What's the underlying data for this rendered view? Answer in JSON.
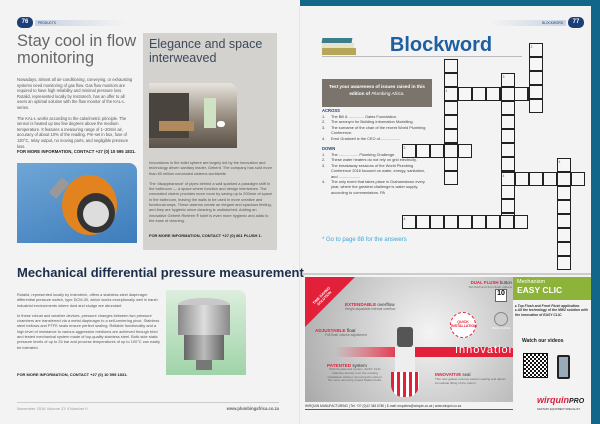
{
  "left_page": {
    "page_number": "76",
    "section": "PRODUCTS",
    "article1": {
      "title": "Stay cool in flow monitoring",
      "body": [
        "Nowadays, almost all air-conditioning, conveying, or exhausting systems need monitoring of gas flow. Gas flow monitors are required to have high reliability and minimal pressure loss. Rotalid, represented locally by Instrotech, has an offer to all users an optimal solution with the flow monitor of the KAL-L series.",
        "The KAL-L works according to the calorimetric principle. The sensor is heated up two few degrees above the medium temperature. It features a measuring range of 1–20m/s air, accuracy of about 10% of the reading. Pre-set in box, fuse of 120°C, relay output, no moving parts, and negligible pressure loss."
      ],
      "contact": "FOR MORE INFORMATION, CONTACT +27 (0) 10 595 1831."
    },
    "article2": {
      "title": "Elegance and space interweaved",
      "body": [
        "Innovations in the toilet sphere are largely led by the innovation and technology driven sanitary leader, Geberit. The company has sold more than 60 million concealed cisterns worldwide.",
        "The 'disappearance' of pipes behind a wall sparked a paradigm shift in the bathroom — a space where function and design intertwines. The concealed cistern provides more room by saving up to 200mm of space in the bathroom, leaving the walls to be used in more creative and functional ways. These cisterns create an elegant and spacious feeling, and they are hygienic since cleaning is undisturbed. Adding an innovative Geberit Rimfree ® toilet is even more hygienic and adds to the ease of cleaning."
      ],
      "contact": "FOR MORE INFORMATION, CONTACT +27 (0) 861 PLUSH 1."
    },
    "article3": {
      "title": "Mechanical differential pressure measurement",
      "body": [
        "Rotalid, represented locally by Instrotech, offers a stainless steel diaphragm differential pressure switch, type DCM-30, which works exceptionally well in harsh industrial environments where dust and sludge are abundant.",
        "In these robust and weather devices, pressure changes between two pressure chambers are transferred via a metal diaphragm to a self-centering pivot. Stainless steel bellows and PTFE seals ensure perfect sealing. Reliable functionality and a high level of resistance to various aggressive mediums are achieved through tried and tested mechanical system made of top-quality stainless steel. Both-side static pressure levels of up to 25 bar and process temperatures of up to 100°C can easily be tolerated."
      ],
      "contact": "FOR MORE INFORMATION, CONTACT +27 (0) 10 595 1831."
    },
    "footer_issue": "November 2016 Volume 23  II  Number 9",
    "footer_url": "www.plumbingafrica.co.za"
  },
  "right_page": {
    "page_number": "77",
    "section": "BLOCKWORD",
    "title": "Blockword",
    "intro_1": "Test your awareness of issues raised in this edition of ",
    "intro_em": "Plumbing Africa.",
    "across_label": "ACROSS",
    "down_label": "DOWN",
    "across": [
      {
        "n": "1.",
        "t": "The Bill & .............. Gates Foundation."
      },
      {
        "n": "2.",
        "t": "The acronym for Building Information Modelling."
      },
      {
        "n": "3.",
        "t": "The surname of the chair of the recent World Plumbing Conference."
      },
      {
        "n": "4.",
        "t": "Errol Gradwell is the CEO of..................."
      }
    ],
    "down": [
      {
        "n": "1.",
        "t": "The .................. Plumbing Challenge."
      },
      {
        "n": "2.",
        "t": "These water heaters do not rely on grid electricity."
      },
      {
        "n": "3.",
        "t": "The breakaway sessions of the World Plumbing Conference 2016 focused on water, energy, sanitation, and ...................."
      },
      {
        "n": "4.",
        "t": "The only event that takes place in Grahamstown every year, where the greatest challenge is water supply, according to commentators. PA"
      }
    ],
    "answers_note": "* Go to page 88 for the answers",
    "grid_numbers": [
      "1",
      "1",
      "2",
      "3",
      "2",
      "4",
      "4",
      "4"
    ]
  },
  "ad": {
    "corner": "TIME SAVING SOLUTION",
    "f1_head": "EXTENDABLE",
    "f1_word": " overflow",
    "f1_text": "Height adjustable internal overflow",
    "f2_head": "ADJUSTABLE",
    "f2_word": " float",
    "f2_text": "Full flush volume adjustment",
    "f3_head": "PATENTED",
    "f3_word": " system",
    "f3_text": "With its patented system, EASY CLIC attaches directly over the existing installation without removing the cistern. No more removing rusted fixation bolts.",
    "f4_head": "DUAL FLUSH",
    "f4_word": " button",
    "f4_text": "Top flush and front flush options",
    "f5_head": "INNOVATIVE",
    "f5_word": " seal",
    "f5_text": "This new gasket ensures perfect sealing and allows immediate filling of the cistern.",
    "quick": "QUICK INSTALLATION",
    "banner": "Innovation",
    "warranty": "10",
    "dual": "DUAL FLUSH",
    "panel_sub": "Mechanism",
    "panel_title": "EASY CLIC",
    "bullets": [
      "Top Flush and Front Flush application.",
      "All the technology of the MW2 solution with the innovation of EASY CLIC."
    ],
    "videos": "Watch our videos",
    "brand": "wirquin",
    "brand_pro": "PRO",
    "brand_tag": "SANITARY EQUIPMENT SPECIALIST",
    "footer": "WIRQUIN MANUFACTURING | Tel: +27 (0)12 345 6780 | E-mail: enquiries@wirquin.co.za | www.wirquin.co.za"
  },
  "colors": {
    "teal": "#12668a",
    "navy": "#1c3f78",
    "blockword_blue": "#1d5fa0",
    "answers_blue": "#3aa7d6",
    "ad_red": "#e3203a",
    "ad_green": "#8db33a"
  }
}
